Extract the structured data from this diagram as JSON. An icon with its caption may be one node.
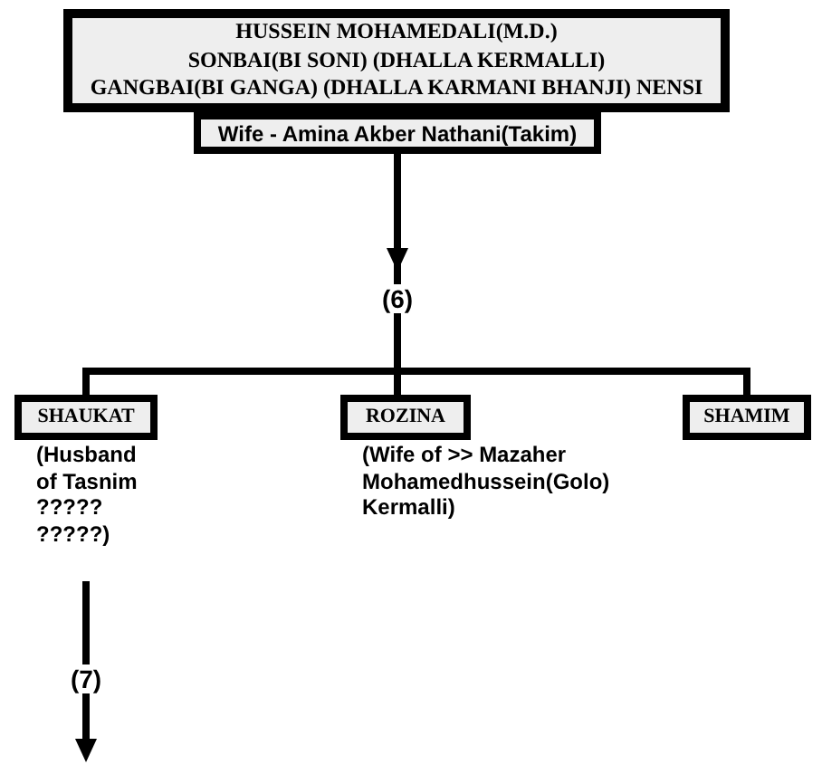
{
  "diagram": {
    "nodes": [
      {
        "text": [
          "HUSSEIN MOHAMEDALI(M.D.)",
          "SONBAI(BI SONI) (DHALLA KERMALLI)",
          "GANGBAI(BI GANGA) (DHALLA KARMANI BHANJI) NENSI"
        ]
      },
      {
        "text": [
          "Wife - Amina Akber Nathani(Takim)"
        ]
      },
      {
        "text": [
          "SHAUKAT"
        ],
        "beside": [
          "(Husband of Tasnim ????? ?????)"
        ]
      },
      {
        "text": [
          "ROZINA"
        ],
        "beside": [
          "(Wife of >> Mazaher Mohamedhussein(Golo) Kermalli)"
        ]
      },
      {
        "text": [
          "SHAMIM"
        ]
      }
    ],
    "edges": [
      {
        "from": 1,
        "to": 2,
        "arrow": "to"
      },
      {
        "from": 1,
        "to": 3,
        "arrow": "to",
        "label": "(6)"
      },
      {
        "from": 1,
        "to": 4,
        "arrow": "to"
      },
      {
        "from": 2,
        "to": null,
        "arrow": "to",
        "label": "(7)"
      }
    ]
  }
}
